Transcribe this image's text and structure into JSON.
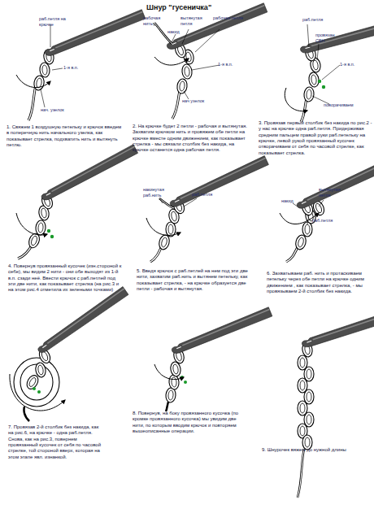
{
  "diagram": {
    "title": "Шнур \"гусеничка\"",
    "labels": [
      "раб.петля на крючке",
      "1-я в.п.",
      "нач. узелок",
      "1. Свяжем 1 воздушную петельку и крючок введем в поперечную нить начального узелка, как показывает стрелка, подхватить нить и вытянуть петлю.",
      "рабочая нить",
      "вытянутая петля",
      "накид",
      "рабочая петля",
      "1-я в.п.",
      "нач узелок",
      "2. На крючке будет 2 петли - рабочая и вытянутая. Захватим крючком нить и провяжем обе петли на крючке вместе одним движением, как показывает стрелка - мы связали столбик без накида, на крючке останется одна рабочая петля.",
      "раб.петля",
      "провязан СБН",
      "1-я в.п.",
      "поворачиваем",
      "3. Провязав первый столбик без накида по рис.2 - у нас на крючке одна раб.петля. Придерживая средним пальцем правой руки раб.петельку на крючке, левой рукой провязанный кусочек отворачиваем от себя по часовой стрелке, как показывает стрелка.",
      "4. Повернув провязанный кусочек (изн.стороной к себе), мы видим 2 нити - они обе выходят из 1-й в.п. сзади неё. Ввести крючок с раб.петлей под эти две нити, как показывает стрелка (на рис.3 и на этом рис.4 отметила их зелеными точками)",
      "накинутая раб.нить",
      "раб.петля",
      "5. Введя крючок с раб.петлей на нем под эти две нити, захватим раб.нить и вытянем петельку, как показывает стрелка, - на крючке образуется две петли - рабочая и вытянутая.",
      "вытянутая петля",
      "накид",
      "раб.петля",
      "6. Захватываем раб. нить и протаскиваем петельку через обе петли на крючке одним движением , как показывает стрелка, - мы провязываем 2-й столбик без накида.",
      "7. Провязав 2-й столбик без накида, как на рис.6, на крючке - одна раб.петля. Снова, как на рис.3, повернем провязанный кусочек от себя по часовой стрелке, той стороной вверх, которая на этом этапе явл. изнанкой.",
      "8. Повернув, на боку провязанного кусочка (по кромке провязанного кусочка) мы увидим две нити, по которым вводим крючок и повторяем вышеописанные операции.",
      "9. Шнурочек вяжем до нужной длины"
    ]
  }
}
